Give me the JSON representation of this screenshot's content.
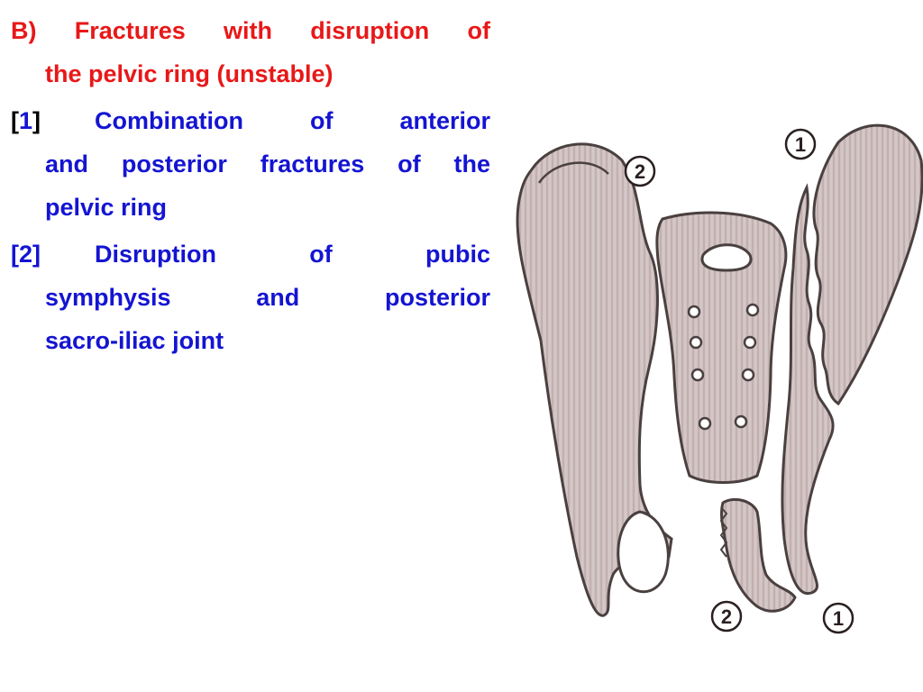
{
  "heading": {
    "line1": "B)  Fractures  with  disruption  of",
    "line2": "the pelvic ring (unstable)"
  },
  "item1": {
    "open_bracket": "[",
    "number": "1",
    "close_bracket": "]",
    "line1_rest": "Combination  of  anterior",
    "line2": "and posterior fractures of the",
    "line3": "pelvic ring"
  },
  "item2": {
    "marker": "[2]",
    "line1_rest": "Disruption  of  pubic",
    "line2": "symphysis  and  posterior",
    "line3": "sacro-iliac joint"
  },
  "figure": {
    "labels": [
      "1",
      "2",
      "2",
      "1"
    ]
  },
  "colors": {
    "heading": "#e81818",
    "body": "#1414d2",
    "bone_fill": "#c8bcbc",
    "bone_stroke": "#4a4040"
  }
}
